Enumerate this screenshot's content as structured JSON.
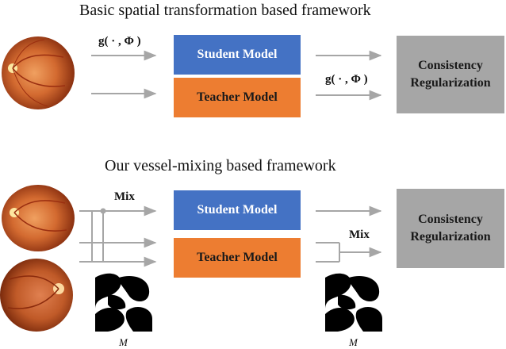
{
  "top": {
    "title": "Basic spatial transformation based  framework",
    "transform_label_1": "g( · , Φ )",
    "transform_label_2": "g( · , Φ )",
    "student": "Student Model",
    "teacher": "Teacher Model",
    "consistency": "Consistency\nRegularization"
  },
  "bottom": {
    "title": "Our vessel-mixing based framework",
    "mix_label_1": "Mix",
    "mix_label_2": "Mix",
    "student": "Student Model",
    "teacher": "Teacher Model",
    "consistency": "Consistency\nRegularization",
    "mask_label_1": "M",
    "mask_label_2": "M"
  },
  "colors": {
    "student": "#4472c4",
    "teacher": "#ed7d31",
    "consistency": "#a6a6a6",
    "arrow": "#a6a6a6"
  },
  "icons": [
    "fundus-image",
    "vessel-mask"
  ]
}
